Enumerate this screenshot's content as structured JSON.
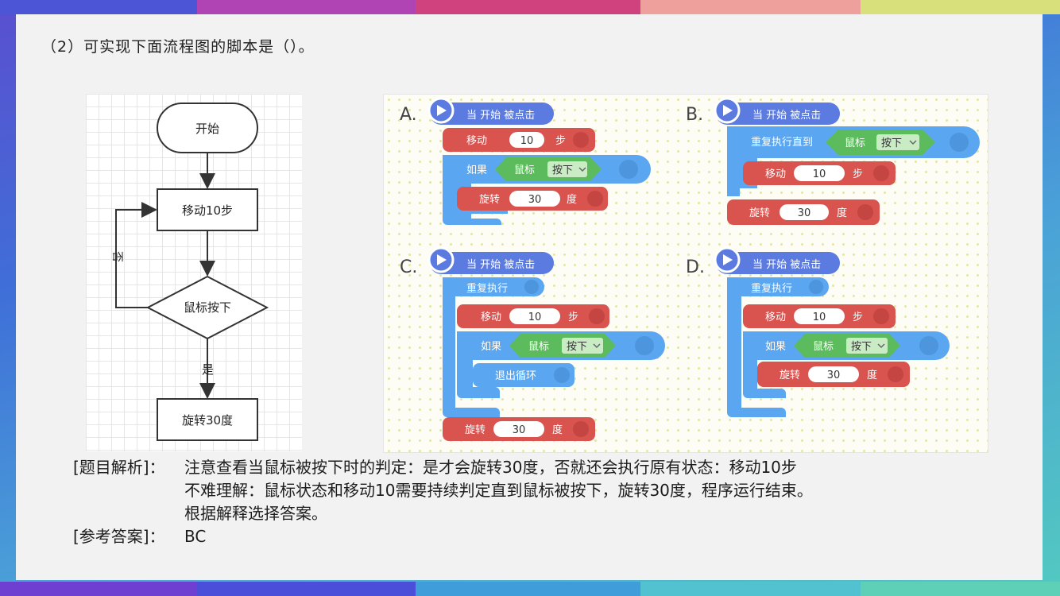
{
  "colors": {
    "top_bar": [
      "#4b55d6",
      "#b044b4",
      "#d0427e",
      "#eea09c",
      "#d8e07c"
    ],
    "bottom_bar": [
      "#6e3fd0",
      "#4b4ed8",
      "#3f9ed9",
      "#52c1d0",
      "#5fd0b8"
    ],
    "motion_block": "#d9534f",
    "control_block": "#5aa6f0",
    "event_block": "#5b7be0",
    "sensing_block": "#5cbb5c"
  },
  "question": "（2）可实现下面流程图的脚本是（）。",
  "flowchart": {
    "start": "开始",
    "move": "移动10步",
    "decision": "鼠标按下",
    "no_label": "否",
    "yes_label": "是",
    "rotate": "旋转30度"
  },
  "options": [
    {
      "letter": "A.",
      "hat": "当 开始 被点击",
      "move": {
        "label": "移动",
        "value": "10",
        "unit": "步"
      },
      "if_label": "如果",
      "sensor": "鼠标",
      "dropdown": "按下",
      "rotate": {
        "label": "旋转",
        "value": "30",
        "unit": "度"
      }
    },
    {
      "letter": "B.",
      "hat": "当 开始 被点击",
      "repeat_until": "重复执行直到",
      "sensor": "鼠标",
      "dropdown": "按下",
      "move": {
        "label": "移动",
        "value": "10",
        "unit": "步"
      },
      "rotate": {
        "label": "旋转",
        "value": "30",
        "unit": "度"
      }
    },
    {
      "letter": "C.",
      "hat": "当 开始 被点击",
      "forever": "重复执行",
      "move": {
        "label": "移动",
        "value": "10",
        "unit": "步"
      },
      "if_label": "如果",
      "sensor": "鼠标",
      "dropdown": "按下",
      "exit_loop": "退出循环",
      "rotate": {
        "label": "旋转",
        "value": "30",
        "unit": "度"
      }
    },
    {
      "letter": "D.",
      "hat": "当 开始 被点击",
      "forever": "重复执行",
      "move": {
        "label": "移动",
        "value": "10",
        "unit": "步"
      },
      "if_label": "如果",
      "sensor": "鼠标",
      "dropdown": "按下",
      "rotate": {
        "label": "旋转",
        "value": "30",
        "unit": "度"
      }
    }
  ],
  "analysis": {
    "label": "[题目解析]：",
    "line1": "注意查看当鼠标被按下时的判定：是才会旋转30度，否就还会执行原有状态：移动10步",
    "line2": "不难理解：鼠标状态和移动10需要持续判定直到鼠标被按下，旋转30度，程序运行结束。",
    "line3": "根据解释选择答案。",
    "answer_label": "[参考答案]：",
    "answer": "BC"
  }
}
